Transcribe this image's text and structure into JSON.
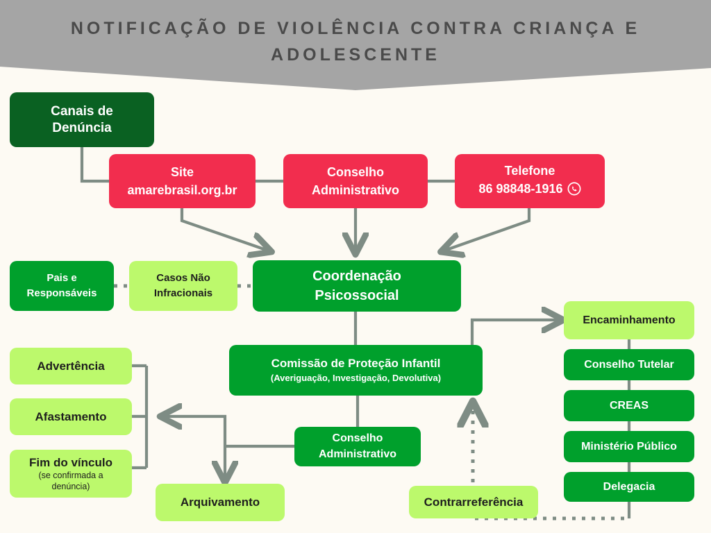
{
  "header": {
    "title": "NOTIFICAÇÃO DE VIOLÊNCIA CONTRA CRIANÇA E ADOLESCENTE",
    "band_color": "#A5A5A5",
    "text_color": "#4A4A4A"
  },
  "page": {
    "background": "#FDFAF3",
    "connector_color": "#7E8C84"
  },
  "palette": {
    "dark_green": "#0A6122",
    "green": "#00A02C",
    "red": "#F22D4E",
    "lime": "#BCF96C"
  },
  "nodes": {
    "canais": {
      "label": "Canais de\nDenúncia"
    },
    "site": {
      "label": "Site",
      "sub": "amarebrasil.org.br"
    },
    "conselho_admin_top": {
      "label": "Conselho",
      "sub": "Administrativo"
    },
    "telefone": {
      "label": "Telefone",
      "sub": "86 98848-1916",
      "icon": "whatsapp-icon"
    },
    "pais": {
      "label": "Pais e",
      "sub": "Responsáveis"
    },
    "casos": {
      "label": "Casos Não",
      "sub": "Infracionais"
    },
    "coordenacao": {
      "label": "Coordenação",
      "sub": "Psicossocial"
    },
    "comissao": {
      "label": "Comissão de Proteção Infantil",
      "sub": "(Averiguação, Investigação, Devolutiva)"
    },
    "advertencia": {
      "label": "Advertência"
    },
    "afastamento": {
      "label": "Afastamento"
    },
    "fim_vinculo": {
      "label": "Fim do vínculo",
      "sub": "(se confirmada a\ndenúncia)"
    },
    "conselho_admin_bottom": {
      "label": "Conselho",
      "sub": "Administrativo"
    },
    "arquivamento": {
      "label": "Arquivamento"
    },
    "contrarreferencia": {
      "label": "Contrarreferência"
    },
    "encaminhamento": {
      "label": "Encaminhamento"
    },
    "conselho_tutelar": {
      "label": "Conselho Tutelar"
    },
    "creas": {
      "label": "CREAS"
    },
    "ministerio": {
      "label": "Ministério Público"
    },
    "delegacia": {
      "label": "Delegacia"
    }
  }
}
